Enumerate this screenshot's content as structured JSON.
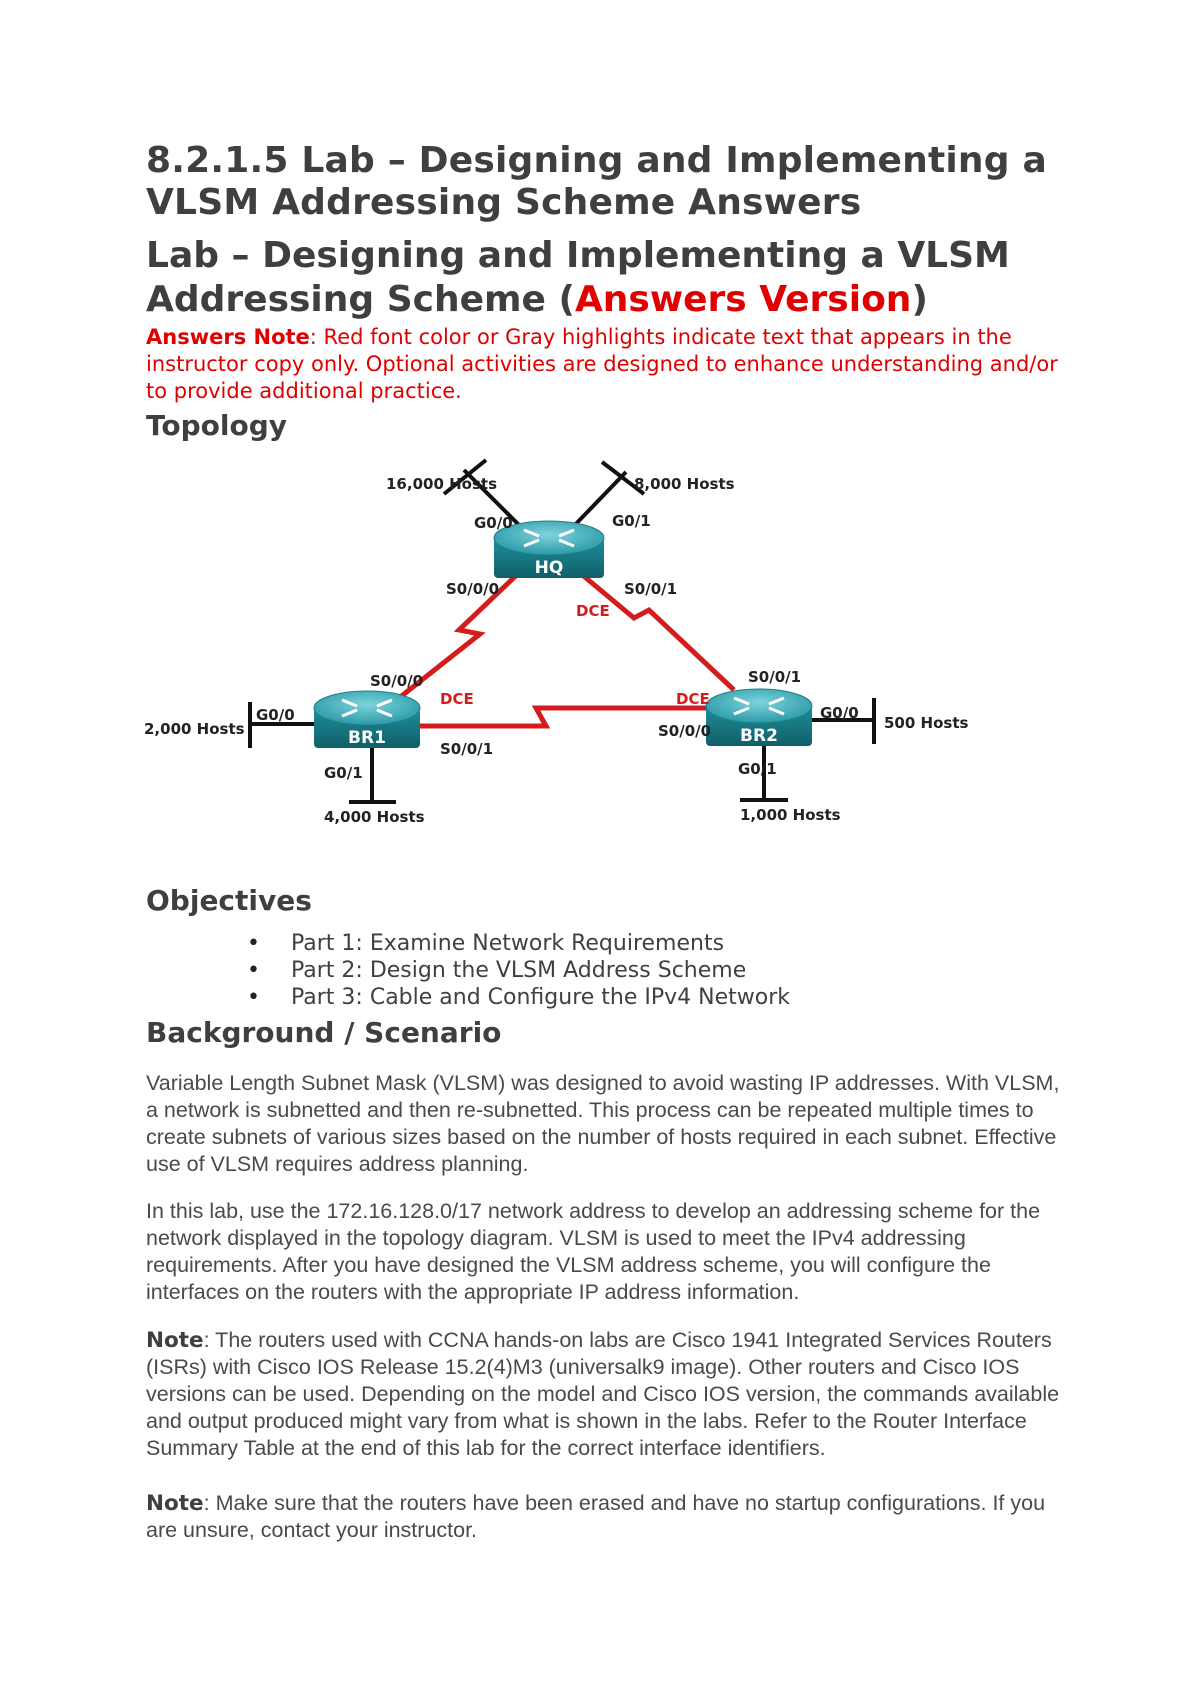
{
  "header": {
    "title": "8.2.1.5 Lab – Designing and Implementing a VLSM Addressing Scheme Answers",
    "lab_title_main": "Lab – Designing and Implementing a VLSM Addressing Scheme (",
    "lab_title_red": "Answers Version",
    "lab_title_close": ")"
  },
  "answers_note": {
    "label": "Answers Note",
    "text": ": Red font color or Gray highlights indicate text that appears in the instructor copy only. Optional activities are designed to enhance understanding and/or to provide additional practice."
  },
  "topology": {
    "heading": "Topology",
    "routers": {
      "hq": "HQ",
      "br1": "BR1",
      "br2": "BR2"
    },
    "hosts": {
      "hq_g00": "16,000 Hosts",
      "hq_g01": "8,000 Hosts",
      "br1_g00": "2,000 Hosts",
      "br1_g01": "4,000 Hosts",
      "br2_g00": "500 Hosts",
      "br2_g01": "1,000 Hosts"
    },
    "interfaces": {
      "hq_g00": "G0/0",
      "hq_g01": "G0/1",
      "hq_s000": "S0/0/0",
      "hq_s001": "S0/0/1",
      "br1_s000": "S0/0/0",
      "br1_s001": "S0/0/1",
      "br1_g00": "G0/0",
      "br1_g01": "G0/1",
      "br2_s001": "S0/0/1",
      "br2_s000": "S0/0/0",
      "br2_g00": "G0/0",
      "br2_g01": "G0/1"
    },
    "dce": {
      "hq": "DCE",
      "br1": "DCE",
      "br2": "DCE"
    },
    "colors": {
      "serial_link": "#d41c1c",
      "router": "#1a8f9a",
      "dce_text": "#d41c1c"
    }
  },
  "objectives": {
    "heading": "Objectives",
    "items": [
      "Part 1: Examine Network Requirements",
      "Part 2: Design the VLSM Address Scheme",
      "Part 3: Cable and Configure the IPv4 Network"
    ]
  },
  "background": {
    "heading": "Background / Scenario",
    "p1": "Variable Length Subnet Mask (VLSM) was designed to avoid wasting IP addresses. With VLSM, a network is subnetted and then re-subnetted. This process can be repeated multiple times to create subnets of various sizes based on the number of hosts required in each subnet. Effective use of VLSM requires address planning.",
    "p2": "In this lab, use the 172.16.128.0/17 network address to develop an addressing scheme for the network displayed in the topology diagram. VLSM is used to meet the IPv4 addressing requirements. After you have designed the VLSM address scheme, you will configure the interfaces on the routers with the appropriate IP address information.",
    "note1_label": "Note",
    "note1_text": ": The routers used with CCNA hands-on labs are Cisco 1941 Integrated Services Routers (ISRs) with Cisco IOS Release 15.2(4)M3 (universalk9 image). Other routers and Cisco IOS versions can be used. Depending on the model and Cisco IOS version, the commands available and output produced might vary from what is shown in the labs. Refer to the Router Interface Summary Table at the end of this lab for the correct interface identifiers.",
    "note2_label": "Note",
    "note2_text": ": Make sure that the routers have been erased and have no startup configurations. If you are unsure, contact your instructor."
  }
}
